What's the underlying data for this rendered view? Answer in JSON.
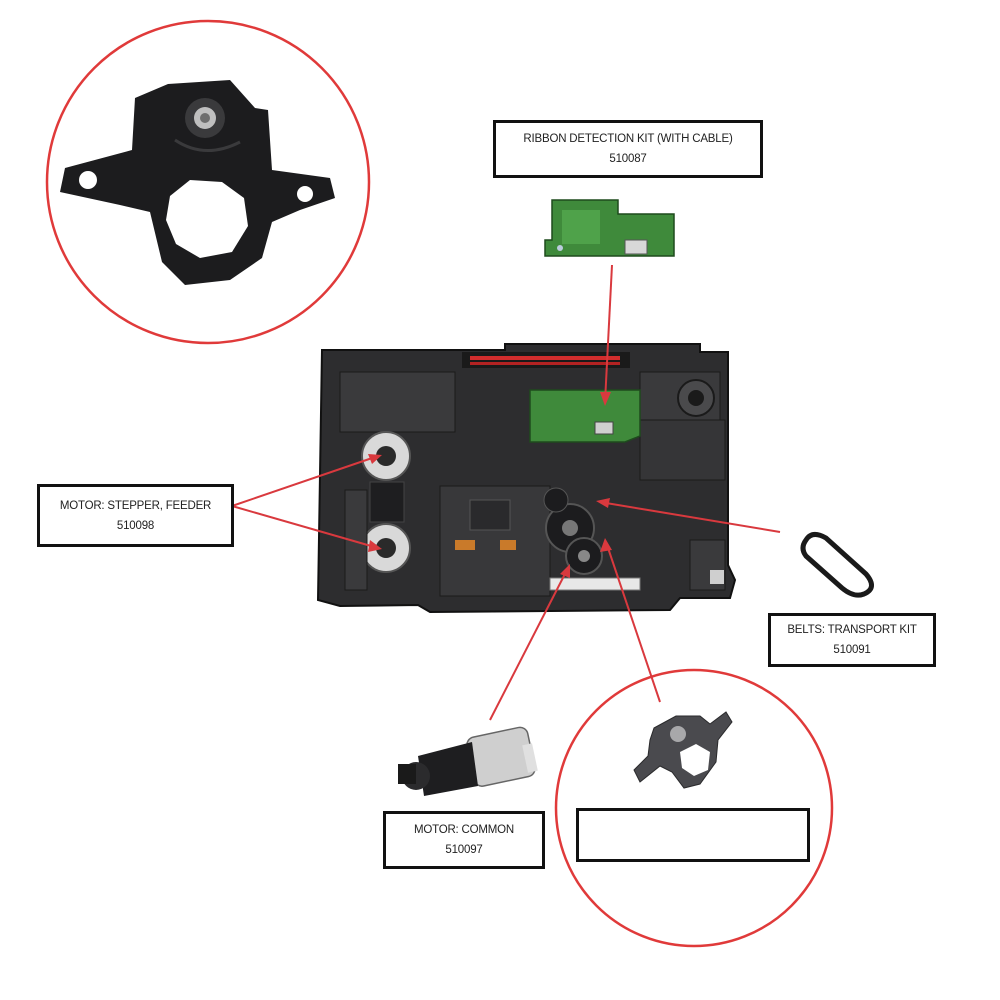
{
  "diagram_title": "",
  "colors": {
    "callout_line": "#d9393e",
    "circle": "#e03a3a",
    "chassis": "#2d2d2f",
    "pcb": "#3f8a3b",
    "label_border": "#111111"
  },
  "labels": {
    "ribbon": {
      "name": "RIBBON DETECTION KIT (WITH CABLE)",
      "part": "510087"
    },
    "stepper": {
      "name": "MOTOR: STEPPER, FEEDER",
      "part": "510098"
    },
    "belts": {
      "name": "BELTS: TRANSPORT KIT",
      "part": "510091"
    },
    "common": {
      "name": "MOTOR: COMMON",
      "part": "510097"
    },
    "bracket": {
      "name": "",
      "part": ""
    }
  }
}
